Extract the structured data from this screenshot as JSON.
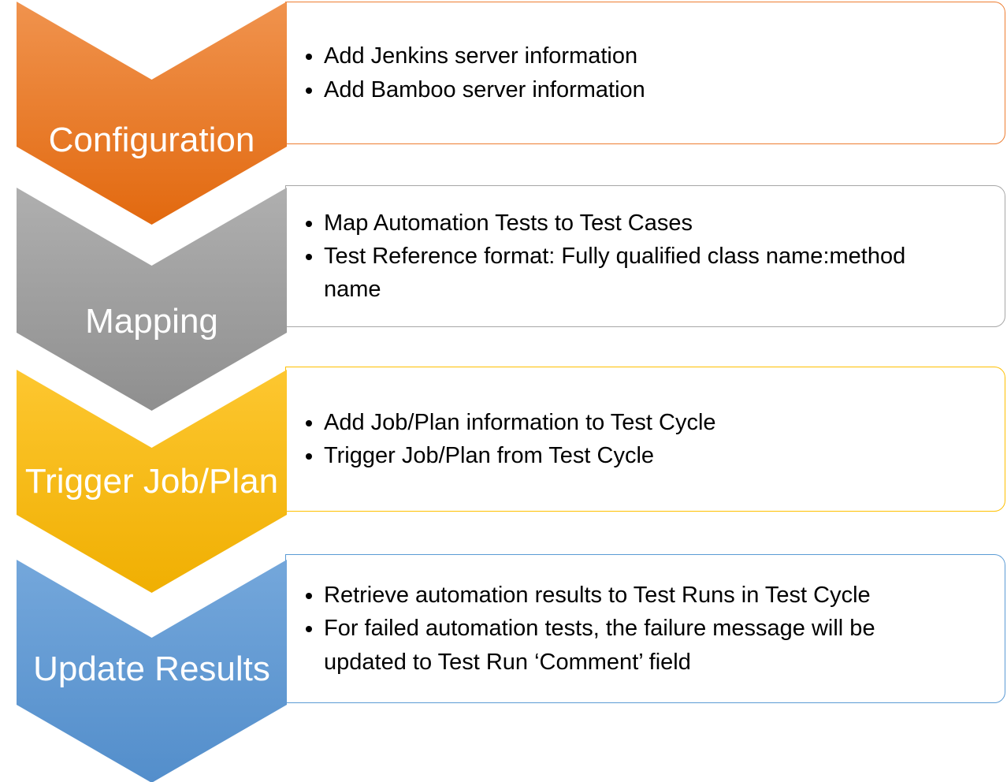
{
  "diagram": {
    "type": "chevron-process-list",
    "steps": [
      {
        "label": "Configuration",
        "color": "#ED7D31",
        "gradient_top": "#F0934E",
        "gradient_bottom": "#E2690F",
        "bullets": [
          "Add Jenkins server information",
          "Add Bamboo server information"
        ]
      },
      {
        "label": "Mapping",
        "color": "#A6A6A6",
        "gradient_top": "#AFAFAF",
        "gradient_bottom": "#8F8F8F",
        "bullets": [
          "Map Automation Tests to Test Cases",
          "Test Reference format: Fully qualified class name:method name"
        ]
      },
      {
        "label": "Trigger Job/Plan",
        "color": "#FFC000",
        "gradient_top": "#FDC730",
        "gradient_bottom": "#F0AF02",
        "bullets": [
          "Add Job/Plan information to Test Cycle",
          "Trigger Job/Plan from Test Cycle"
        ]
      },
      {
        "label": "Update Results",
        "color": "#5B9BD5",
        "gradient_top": "#74A7DB",
        "gradient_bottom": "#538ECB",
        "bullets": [
          "Retrieve automation results to Test Runs in Test Cycle",
          "For failed automation tests, the failure message will be updated to Test Run ‘Comment’ field"
        ]
      }
    ]
  }
}
